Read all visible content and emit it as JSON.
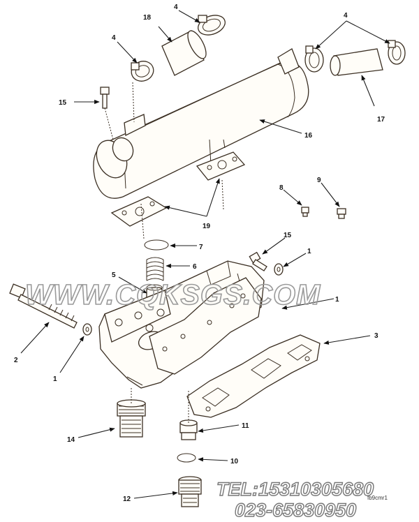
{
  "callouts": [
    {
      "id": "c1a",
      "label": "1"
    },
    {
      "id": "c1b",
      "label": "1"
    },
    {
      "id": "c1c",
      "label": "1"
    },
    {
      "id": "c2",
      "label": "2"
    },
    {
      "id": "c3",
      "label": "3"
    },
    {
      "id": "c4a",
      "label": "4"
    },
    {
      "id": "c4b",
      "label": "4"
    },
    {
      "id": "c4c",
      "label": "4"
    },
    {
      "id": "c5",
      "label": "5"
    },
    {
      "id": "c6",
      "label": "6"
    },
    {
      "id": "c7",
      "label": "7"
    },
    {
      "id": "c8",
      "label": "8"
    },
    {
      "id": "c9",
      "label": "9"
    },
    {
      "id": "c10",
      "label": "10"
    },
    {
      "id": "c11",
      "label": "11"
    },
    {
      "id": "c12",
      "label": "12"
    },
    {
      "id": "c14",
      "label": "14"
    },
    {
      "id": "c15a",
      "label": "15"
    },
    {
      "id": "c15b",
      "label": "15"
    },
    {
      "id": "c16",
      "label": "16"
    },
    {
      "id": "c17",
      "label": "17"
    },
    {
      "id": "c18",
      "label": "18"
    },
    {
      "id": "c19",
      "label": "19"
    }
  ],
  "watermark": {
    "site": "WWW.CQKSGS.COM",
    "phone": "TEL:15310305680",
    "phone2": "023-65830950"
  },
  "stamp": "fb9cmr1"
}
